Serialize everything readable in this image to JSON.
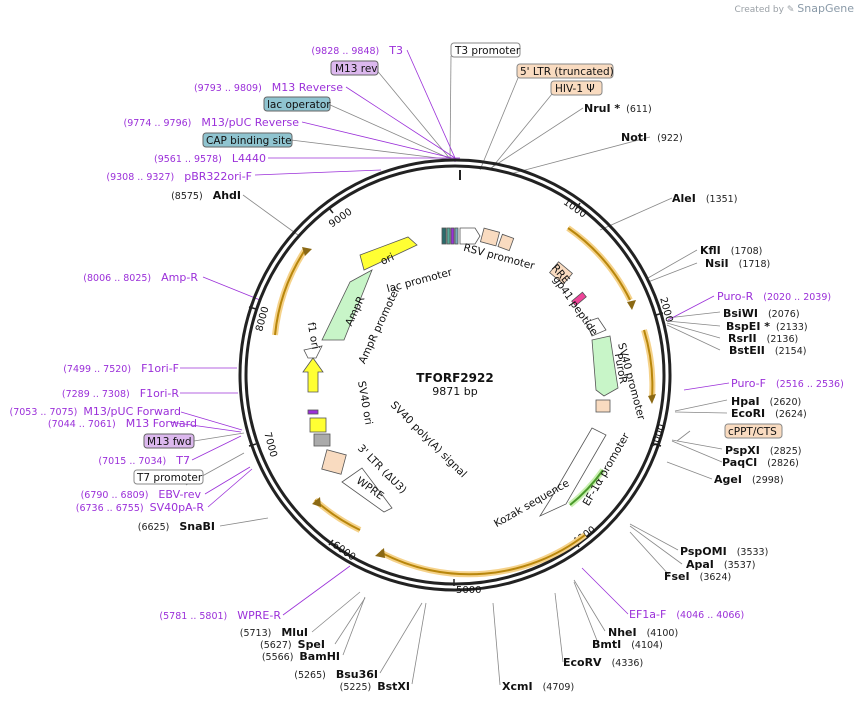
{
  "credit": {
    "prefix": "Created by",
    "brand": "SnapGene"
  },
  "plasmid": {
    "name": "TFORF2922",
    "size_label": "9871 bp"
  },
  "ticks": [
    "1000",
    "2000",
    "3000",
    "4000",
    "5000",
    "6000",
    "7000",
    "8000",
    "9000"
  ],
  "enzymes": [
    {
      "name": "NruI *",
      "pos": "(611)"
    },
    {
      "name": "NotI",
      "pos": "(922)"
    },
    {
      "name": "AleI",
      "pos": "(1351)"
    },
    {
      "name": "KflI",
      "pos": "(1708)"
    },
    {
      "name": "NsiI",
      "pos": "(1718)"
    },
    {
      "name": "BsiWI",
      "pos": "(2076)"
    },
    {
      "name": "BspEI *",
      "pos": "(2133)"
    },
    {
      "name": "RsrII",
      "pos": "(2136)"
    },
    {
      "name": "BstEII",
      "pos": "(2154)"
    },
    {
      "name": "HpaI",
      "pos": "(2620)"
    },
    {
      "name": "EcoRI",
      "pos": "(2624)"
    },
    {
      "name": "PspXI",
      "pos": "(2825)"
    },
    {
      "name": "PaqCI",
      "pos": "(2826)"
    },
    {
      "name": "AgeI",
      "pos": "(2998)"
    },
    {
      "name": "PspOMI",
      "pos": "(3533)"
    },
    {
      "name": "ApaI",
      "pos": "(3537)"
    },
    {
      "name": "FseI",
      "pos": "(3624)"
    },
    {
      "name": "NheI",
      "pos": "(4100)"
    },
    {
      "name": "BmtI",
      "pos": "(4104)"
    },
    {
      "name": "EcoRV",
      "pos": "(4336)"
    },
    {
      "name": "XcmI",
      "pos": "(4709)"
    },
    {
      "name": "BstXI",
      "pos": "(5225)"
    },
    {
      "name": "Bsu36I",
      "pos": "(5265)"
    },
    {
      "name": "BamHI",
      "pos": "(5566)"
    },
    {
      "name": "SpeI",
      "pos": "(5627)"
    },
    {
      "name": "MluI",
      "pos": "(5713)"
    },
    {
      "name": "SnaBI",
      "pos": "(6625)"
    },
    {
      "name": "AhdI",
      "pos": "(8575)"
    }
  ],
  "primers": [
    {
      "name": "T3",
      "pos": "(9828 .. 9848)"
    },
    {
      "name": "M13 Reverse",
      "pos": "(9793 .. 9809)"
    },
    {
      "name": "M13/pUC Reverse",
      "pos": "(9774 .. 9796)"
    },
    {
      "name": "L4440",
      "pos": "(9561 .. 9578)"
    },
    {
      "name": "pBR322ori-F",
      "pos": "(9308 .. 9327)"
    },
    {
      "name": "Amp-R",
      "pos": "(8006 .. 8025)"
    },
    {
      "name": "F1ori-F",
      "pos": "(7499 .. 7520)"
    },
    {
      "name": "F1ori-R",
      "pos": "(7289 .. 7308)"
    },
    {
      "name": "M13/pUC Forward",
      "pos": "(7053 .. 7075)"
    },
    {
      "name": "M13 Forward",
      "pos": "(7044 .. 7061)"
    },
    {
      "name": "T7",
      "pos": "(7015 .. 7034)"
    },
    {
      "name": "EBV-rev",
      "pos": "(6790 .. 6809)"
    },
    {
      "name": "SV40pA-R",
      "pos": "(6736 .. 6755)"
    },
    {
      "name": "WPRE-R",
      "pos": "(5781 .. 5801)"
    },
    {
      "name": "Puro-R",
      "pos": "(2020 .. 2039)"
    },
    {
      "name": "Puro-F",
      "pos": "(2516 .. 2536)"
    },
    {
      "name": "EF1a-F",
      "pos": "(4046 .. 4066)"
    }
  ],
  "boxed_labels": [
    "T3 promoter",
    "M13 rev",
    "lac operator",
    "CAP binding site",
    "5' LTR (truncated)",
    "HIV-1 Ψ",
    "cPPT/CTS",
    "M13 fwd",
    "T7 promoter"
  ],
  "features": [
    "ori",
    "lac promoter",
    "RSV promoter",
    "AmpR",
    "AmpR promoter",
    "f1 ori",
    "SV40 ori",
    "RRE",
    "gp41 peptide",
    "SV40 promoter",
    "PuroR",
    "EF-1α promoter",
    "Kozak sequence",
    "WPRE",
    "3' LTR (ΔU3)",
    "SV40 poly(A) signal"
  ]
}
